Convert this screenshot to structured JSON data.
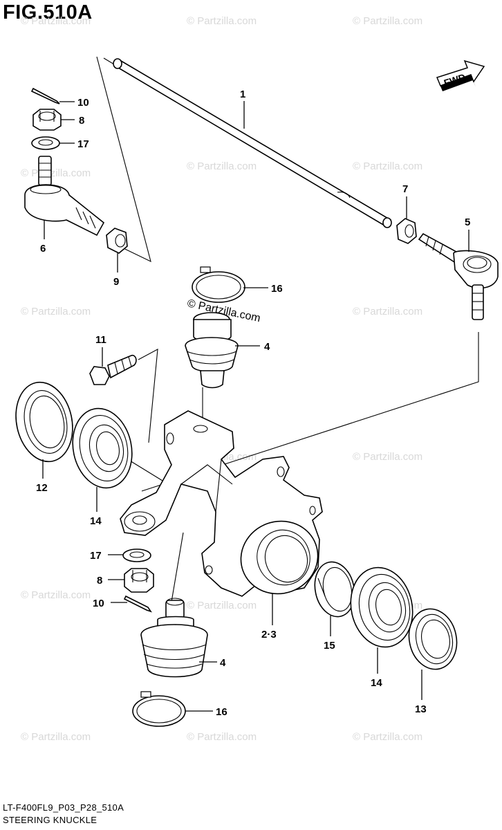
{
  "figure": {
    "title": "FIG.510A",
    "code": "LT-F400FL9_P03_P28_510A",
    "name": "STEERING KNUCKLE",
    "fwd_label": "FWD",
    "watermark_text": "© Partzilla.com"
  },
  "callouts": [
    {
      "id": "c1",
      "label": "1"
    },
    {
      "id": "c10a",
      "label": "10"
    },
    {
      "id": "c8a",
      "label": "8"
    },
    {
      "id": "c17a",
      "label": "17"
    },
    {
      "id": "c6",
      "label": "6"
    },
    {
      "id": "c9",
      "label": "9"
    },
    {
      "id": "c7",
      "label": "7"
    },
    {
      "id": "c5",
      "label": "5"
    },
    {
      "id": "c16a",
      "label": "16"
    },
    {
      "id": "c4a",
      "label": "4"
    },
    {
      "id": "c11",
      "label": "11"
    },
    {
      "id": "c12",
      "label": "12"
    },
    {
      "id": "c14a",
      "label": "14"
    },
    {
      "id": "c17b",
      "label": "17"
    },
    {
      "id": "c8b",
      "label": "8"
    },
    {
      "id": "c10b",
      "label": "10"
    },
    {
      "id": "c23",
      "label": "2·3"
    },
    {
      "id": "c15",
      "label": "15"
    },
    {
      "id": "c14b",
      "label": "14"
    },
    {
      "id": "c13",
      "label": "13"
    },
    {
      "id": "c4b",
      "label": "4"
    },
    {
      "id": "c16b",
      "label": "16"
    }
  ]
}
